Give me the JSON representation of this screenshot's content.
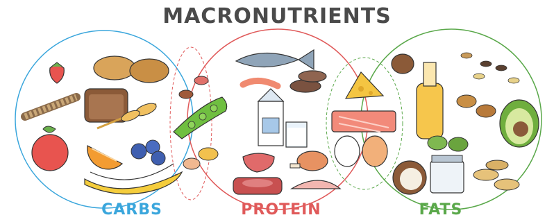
{
  "title": "MACRONUTRIENTS",
  "groups": [
    {
      "label": "CARBS",
      "color": "#3aa6dc"
    },
    {
      "label": "PROTEIN",
      "color": "#e05a5a"
    },
    {
      "label": "FATS",
      "color": "#5aa84a"
    }
  ],
  "icons": {
    "carbs": [
      "strawberry-icon",
      "potato-icon",
      "pasta-icon",
      "bread-icon",
      "wheat-icon",
      "apple-icon",
      "orange-slice-icon",
      "blueberries-icon",
      "banana-icon"
    ],
    "protein": [
      "fish-icon",
      "shrimp-icon",
      "milk-carton-icon",
      "glass-of-milk-icon",
      "steak-icon",
      "chicken-leg-icon",
      "ham-icon",
      "sausage-icon"
    ],
    "overlap_carbs_protein": [
      "beans-icon",
      "peas-icon"
    ],
    "overlap_protein_fats": [
      "cheese-icon",
      "salmon-fillet-icon",
      "eggs-icon"
    ],
    "fats": [
      "nut-icon",
      "oil-bottle-icon",
      "almonds-icon",
      "avocado-icon",
      "olives-icon",
      "seeds-icon",
      "coconut-icon",
      "yogurt-jar-icon",
      "peanuts-icon"
    ]
  }
}
